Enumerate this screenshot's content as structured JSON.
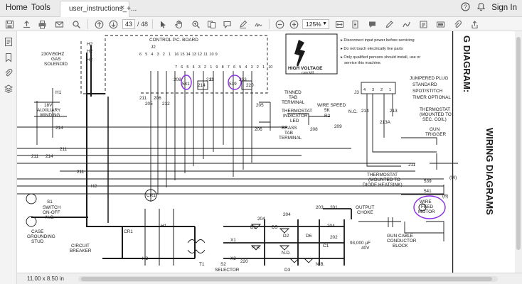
{
  "menu": {
    "home": "Home",
    "tools": "Tools",
    "tab_title": "user_instructions_+...",
    "tab_close": "×",
    "sign_in": "Sign In"
  },
  "toolbar": {
    "page_current": "43",
    "page_total": "/ 48",
    "zoom": "125%"
  },
  "statusbar": {
    "page_size": "11.00 x 8.50 in"
  },
  "document": {
    "warning": {
      "high_voltage": "HIGH VOLTAGE",
      "can_kill": "can kill",
      "line1": "Disconnect input power before servicing",
      "line2": "Do not touch electrically live parts",
      "line3": "Only qualified persons should install, use or",
      "line4": "service this machine."
    },
    "side_title_partial": "G DIAGRAM:",
    "side_title": "WIRING DIAGRAMS",
    "labels": {
      "solenoid": "230V/50HZ",
      "solenoid2": "GAS",
      "solenoid3": "SOLENOID",
      "h1": "H1",
      "aux1": "18V",
      "aux2": "AUXILIARY",
      "aux3": "WINDING",
      "control_board": "CONTROL P.C. BOARD",
      "j2": "J2",
      "j1": "J1",
      "j3": "J3",
      "tinned1": "TINNED",
      "tinned2": "TAB",
      "tinned3": "TERMINAL",
      "thermo_led1": "THERMOSTAT",
      "thermo_led2": "INDICATOR",
      "thermo_led3": "LED",
      "brass1": "BRASS",
      "brass2": "TAB",
      "brass3": "TERMINAL",
      "wire_speed1": "WIRE SPEED",
      "wire_speed2": "5K",
      "nc": "N.C.",
      "r2": "R2",
      "jumper1": "JUMPERED PLUG",
      "jumper2": "STANDARD",
      "jumper3": "SPOT/STITCH",
      "jumper4": "TIMER OPTIONAL",
      "thermo_sec1": "THERMOSTAT",
      "thermo_sec2": "(MOUNTED TO",
      "thermo_sec3": "SEC. COIL)",
      "gun_trig1": "GUN",
      "gun_trig2": "TRIGGER",
      "thermo_diode1": "THERMOSTAT",
      "thermo_diode2": "(MOUNTED TO",
      "thermo_diode3": "DIODE HEATSINK)",
      "wfm1": "WIRE",
      "wfm2": "FEED",
      "wfm3": "MOTOR",
      "w": "(W)",
      "b": "(B)",
      "s1_1": "S1",
      "s1_2": "SWITCH",
      "s1_3": "ON-OFF",
      "s1_4": "N.C.",
      "case1": "CASE",
      "case2": "GROUNDING",
      "case3": "STUD",
      "cr1": "CR1",
      "cb1": "CIRCUIT",
      "cb2": "BREAKER",
      "t1": "T1",
      "s2_1": "S2",
      "s2_2": "SELECTOR",
      "choke1": "OUTPUT",
      "choke2": "CHOKE",
      "cap1": "93,000 µF",
      "cap2": "40V",
      "gun1": "GUN CABLE",
      "gun2": "CONDUCTOR",
      "gun3": "BLOCK",
      "nd": "N.D.",
      "na": "N.A.",
      "nb": "N.B.",
      "x1": "X1",
      "x2": "X2",
      "h2": "H2",
      "d1": "D1",
      "d2": "D2",
      "d3": "D3",
      "d5": "D5",
      "d6": "D6",
      "c1": "C1"
    },
    "wire_numbers": {
      "n211": "211",
      "n206": "206",
      "n205": "205",
      "n212": "212",
      "n208": "208",
      "n541": "541",
      "n214": "214",
      "n213": "213",
      "n539": "539",
      "n203": "203",
      "n220": "220",
      "n209": "209",
      "n213a": "213A",
      "n204": "204",
      "n201": "201",
      "n202": "202"
    },
    "pins": {
      "j2": [
        "6",
        "5",
        "4",
        "3",
        "2",
        "1",
        "16",
        "15",
        "14",
        "13",
        "12",
        "11",
        "10",
        "9"
      ],
      "j1": [
        "7",
        "6",
        "5",
        "4",
        "3",
        "2",
        "1",
        "9",
        "8",
        "7",
        "6",
        "5",
        "4",
        "3",
        "2",
        "1",
        "10"
      ],
      "j3": [
        "4",
        "3",
        "2",
        "1"
      ]
    }
  },
  "colors": {
    "highlight_circle": "#8a2be2",
    "chrome": "#ebebeb"
  }
}
